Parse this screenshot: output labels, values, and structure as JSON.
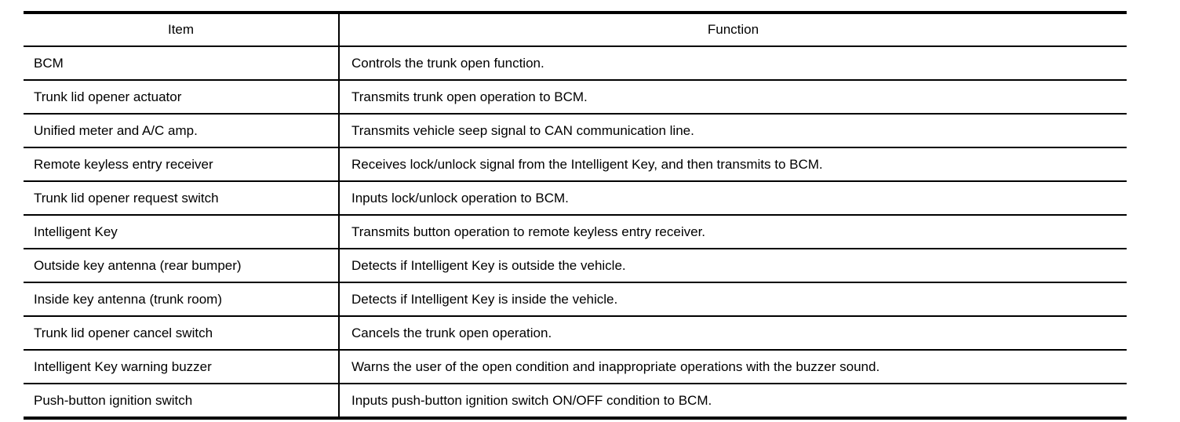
{
  "table": {
    "headers": {
      "item": "Item",
      "function": "Function"
    },
    "rows": [
      {
        "item": "BCM",
        "function": "Controls the trunk open function."
      },
      {
        "item": "Trunk lid opener actuator",
        "function": "Transmits trunk open operation to BCM."
      },
      {
        "item": "Unified meter and A/C amp.",
        "function": "Transmits vehicle seep signal to CAN communication line."
      },
      {
        "item": "Remote keyless entry receiver",
        "function": "Receives lock/unlock signal from the Intelligent Key, and then transmits to BCM."
      },
      {
        "item": "Trunk lid opener request switch",
        "function": "Inputs lock/unlock operation to BCM."
      },
      {
        "item": "Intelligent Key",
        "function": "Transmits button operation to remote keyless entry receiver."
      },
      {
        "item": "Outside key antenna (rear bumper)",
        "function": "Detects if Intelligent Key is outside the vehicle."
      },
      {
        "item": "Inside key antenna (trunk room)",
        "function": "Detects if Intelligent Key is inside the vehicle."
      },
      {
        "item": "Trunk lid opener cancel switch",
        "function": "Cancels the trunk open operation."
      },
      {
        "item": "Intelligent Key warning buzzer",
        "function": "Warns the user of the open condition and inappropriate operations with the buzzer sound."
      },
      {
        "item": "Push-button ignition switch",
        "function": "Inputs push-button ignition switch ON/OFF condition to BCM."
      }
    ]
  }
}
